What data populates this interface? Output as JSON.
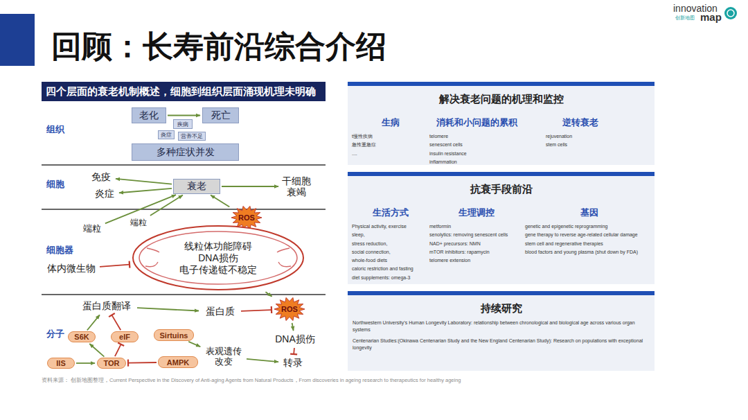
{
  "diagram": {
    "title": "回顾：长寿前沿综合介绍",
    "nodes": [
      {
        "text": [
          "四个层面的衰老机制概述，细胞到组织层面涌现机理未明确"
        ]
      },
      {
        "text": [
          "老化"
        ],
        "in": 0
      },
      {
        "text": [
          "死亡"
        ],
        "in": 0
      },
      {
        "text": [
          "疾病"
        ],
        "in": 0
      },
      {
        "text": [
          "炎症"
        ],
        "in": 0
      },
      {
        "text": [
          "营养不足"
        ],
        "in": 0
      },
      {
        "text": [
          "多种症状并发"
        ],
        "in": 0
      },
      {
        "text": [
          "免疫"
        ],
        "in": 0
      },
      {
        "text": [
          "炎症"
        ],
        "in": 0
      },
      {
        "text": [
          "衰老"
        ],
        "in": 0
      },
      {
        "text": [
          "干细胞 衰竭"
        ],
        "in": 0
      },
      {
        "text": [
          "端粒"
        ],
        "in": 0
      },
      {
        "text": [
          "端粒"
        ],
        "in": 0
      },
      {
        "text": [
          "ROS"
        ],
        "in": 0
      },
      {
        "text": [
          "线粒体功能障碍",
          "DNA损伤",
          "电子传递链不稳定"
        ],
        "in": 0
      },
      {
        "text": [
          "体内微生物"
        ],
        "in": 0
      },
      {
        "text": [
          "蛋白质翻译"
        ],
        "in": 0
      },
      {
        "text": [
          "蛋白质"
        ],
        "in": 0
      },
      {
        "text": [
          "ROS"
        ],
        "in": 0
      },
      {
        "text": [
          "DNA损伤"
        ],
        "in": 0
      },
      {
        "text": [
          "转录"
        ],
        "in": 0
      },
      {
        "text": [
          "S6K"
        ],
        "in": 0
      },
      {
        "text": [
          "eIF"
        ],
        "in": 0
      },
      {
        "text": [
          "Sirtuins"
        ],
        "in": 0
      },
      {
        "text": [
          "IIS"
        ],
        "in": 0
      },
      {
        "text": [
          "TOR"
        ],
        "in": 0
      },
      {
        "text": [
          "AMPK"
        ],
        "in": 0
      },
      {
        "text": [
          "表观遗传 改变"
        ],
        "in": 0
      },
      {
        "text": [
          "解决衰老问题的机理和监控"
        ]
      },
      {
        "text": [
          "生病",
          "t慢性疾病",
          "急性重急症",
          "...."
        ],
        "in": 28
      },
      {
        "text": [
          "消耗和小问题的累积",
          "telomere",
          "senescent cells",
          "insulin resistance",
          "inflammation"
        ],
        "in": 28
      },
      {
        "text": [
          "逆转衰老",
          "rejuvenation",
          "stem cells"
        ],
        "in": 28
      },
      {
        "text": [
          "抗衰手段前沿"
        ]
      },
      {
        "text": [
          "生活方式",
          "Physical activity, exercise",
          "sleep,",
          "stress reduction,",
          "social connection,",
          "whole-food diets",
          "caloric restriction and fasting",
          "diet supplements: omega-3"
        ],
        "in": 32
      },
      {
        "text": [
          "生理调控",
          "metformin",
          "senolytics: removing senescent cells",
          "NAD+ precursors: NMN",
          "mTOR inhibitors: rapamycin",
          "telomere extension"
        ],
        "in": 32
      },
      {
        "text": [
          "基因",
          "genetic and epigenetic reprogramming",
          "gene therapy to reverse age-related cellular damage",
          "stem cell and regenerative therapies",
          "blood factors and young plasma (shut down by FDA)"
        ],
        "in": 32
      },
      {
        "text": [
          "持续研究",
          "Northwestern University’s Human Longevity Laboratory: relationship between chronological and biological age across various organ systems",
          "Centenarian Studies:(Okinawa Centenarian Study and the New England Centenarian Study):  Research on populations with exceptional longevity"
        ]
      }
    ],
    "edges": [
      {
        "from": 1,
        "to": 2,
        "arrow": "to"
      },
      {
        "from": 9,
        "to": 7,
        "arrow": "to"
      },
      {
        "from": 9,
        "to": 8,
        "arrow": "to"
      },
      {
        "from": 9,
        "to": 10,
        "arrow": "to"
      },
      {
        "from": 11,
        "to": 9,
        "arrow": "to"
      },
      {
        "from": 12,
        "to": 9,
        "arrow": "to"
      },
      {
        "from": 13,
        "to": 9,
        "arrow": "to"
      },
      {
        "from": 15,
        "to": 14,
        "arrow": "to"
      },
      {
        "from": 14,
        "to": 18,
        "arrow": "to"
      },
      {
        "from": 16,
        "to": 17,
        "arrow": "to"
      },
      {
        "from": 17,
        "to": 18,
        "arrow": "to"
      },
      {
        "from": 18,
        "to": 19,
        "arrow": "to"
      },
      {
        "from": 19,
        "to": 20,
        "arrow": "to"
      },
      {
        "from": 21,
        "to": 16,
        "arrow": "to"
      },
      {
        "from": 22,
        "to": 16,
        "arrow": "to"
      },
      {
        "from": 24,
        "to": 25,
        "arrow": "to"
      },
      {
        "from": 25,
        "to": 21,
        "arrow": "to"
      },
      {
        "from": 25,
        "to": 22,
        "arrow": "to"
      },
      {
        "from": 26,
        "to": 25,
        "arrow": "to"
      },
      {
        "from": 23,
        "to": 27,
        "arrow": "to"
      },
      {
        "from": 27,
        "to": 20,
        "arrow": "to"
      }
    ],
    "labels": [
      "组织",
      "细胞",
      "细胞器",
      "分子",
      "innovation",
      "map",
      "创新地图",
      "资料来源： 创新地图整理，Current Perspective in the Discovery of Anti-aging Agents from Natural Products，From discoveries in ageing research to therapeutics for healthy ageing"
    ]
  }
}
